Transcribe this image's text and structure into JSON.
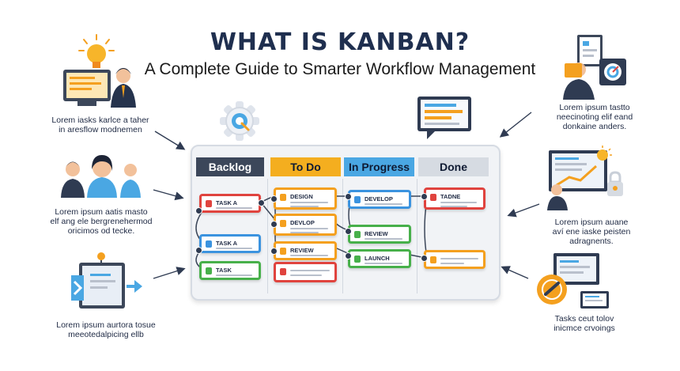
{
  "header": {
    "title": "WHAT IS KANBAN?",
    "subtitle": "A Complete Guide to Smarter Workflow Management"
  },
  "board": {
    "columns": [
      {
        "id": "backlog",
        "label": "Backlog"
      },
      {
        "id": "todo",
        "label": "To Do"
      },
      {
        "id": "progress",
        "label": "In Progress"
      },
      {
        "id": "done",
        "label": "Done"
      }
    ],
    "cards": [
      {
        "label": "TASK A",
        "color": "red"
      },
      {
        "label": "TASK A",
        "color": "blue"
      },
      {
        "label": "TASK",
        "color": "green"
      },
      {
        "label": "DESIGN",
        "color": "orange"
      },
      {
        "label": "DEVLOP",
        "color": "orange"
      },
      {
        "label": "REVIEW",
        "color": "orange"
      },
      {
        "label": "",
        "color": "red"
      },
      {
        "label": "DEVELOP",
        "color": "blue"
      },
      {
        "label": "REVIEW",
        "color": "green"
      },
      {
        "label": "LAUNCH",
        "color": "green"
      },
      {
        "label": "TADNE",
        "color": "red"
      },
      {
        "label": "",
        "color": "orange"
      }
    ]
  },
  "captions": {
    "top_left": [
      "Lorem iasks karlce a taher",
      "in aresflow modnemen"
    ],
    "mid_left": [
      "Lorem ipsum aatis masto",
      "elf ang ele bergrenehermod",
      "oricimos od tecke."
    ],
    "bottom_left": [
      "Lorem ipsum aurtora tosue",
      "meeotedalpicing ellb"
    ],
    "top_right": [
      "Lorem ipsum tastto",
      "neecinoting elif eand",
      "donkaine anders."
    ],
    "mid_right": [
      "Lorem ipsum auane",
      "aví ene iaske peisten",
      "adragnents."
    ],
    "bottom_right": [
      "Tasks ceut tolov",
      "inicmce crvoings"
    ]
  },
  "colors": {
    "red": "#e0433e",
    "blue": "#3b93df",
    "green": "#47b04a",
    "orange": "#f4a01f",
    "navy": "#2f3b52"
  },
  "icons": [
    "lightbulb-icon",
    "team-icon",
    "pin-icon",
    "gear-icon",
    "chat-board-icon",
    "speaker-icon",
    "clipboard-icon",
    "chart-icon",
    "checklist-icon"
  ]
}
